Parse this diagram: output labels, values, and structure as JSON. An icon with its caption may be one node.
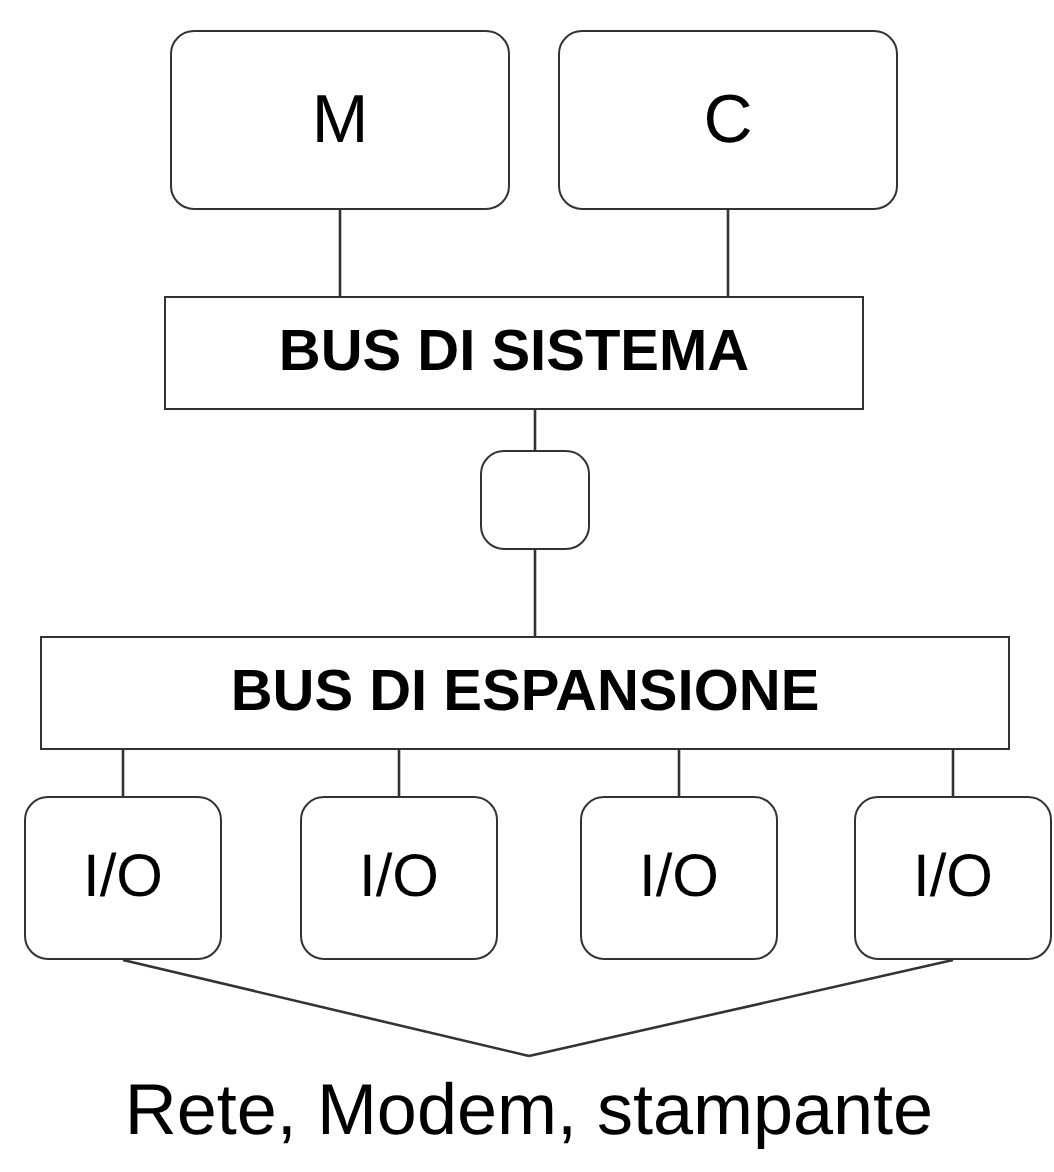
{
  "diagram": {
    "nodes": [
      {
        "text": [
          "M"
        ]
      },
      {
        "text": [
          "C"
        ]
      },
      {
        "text": [
          "BUS DI SISTEMA"
        ]
      },
      {
        "text": [],
        "shape": "box"
      },
      {
        "text": [
          "BUS DI ESPANSIONE"
        ]
      },
      {
        "text": [
          "I/O"
        ]
      },
      {
        "text": [
          "I/O"
        ]
      },
      {
        "text": [
          "I/O"
        ]
      },
      {
        "text": [
          "I/O"
        ]
      },
      {
        "text": [
          "Rete, Modem, stampante"
        ]
      }
    ],
    "edges": [
      {
        "from": 0,
        "to": 2,
        "arrow": "none"
      },
      {
        "from": 1,
        "to": 2,
        "arrow": "none"
      },
      {
        "from": 2,
        "to": 3,
        "arrow": "none"
      },
      {
        "from": 3,
        "to": 4,
        "arrow": "none"
      },
      {
        "from": 4,
        "to": 5,
        "arrow": "none"
      },
      {
        "from": 4,
        "to": 6,
        "arrow": "none"
      },
      {
        "from": 4,
        "to": 7,
        "arrow": "none"
      },
      {
        "from": 4,
        "to": 8,
        "arrow": "none"
      },
      {
        "from": 5,
        "to": 9,
        "arrow": "none"
      },
      {
        "from": 8,
        "to": 9,
        "arrow": "none"
      }
    ]
  }
}
